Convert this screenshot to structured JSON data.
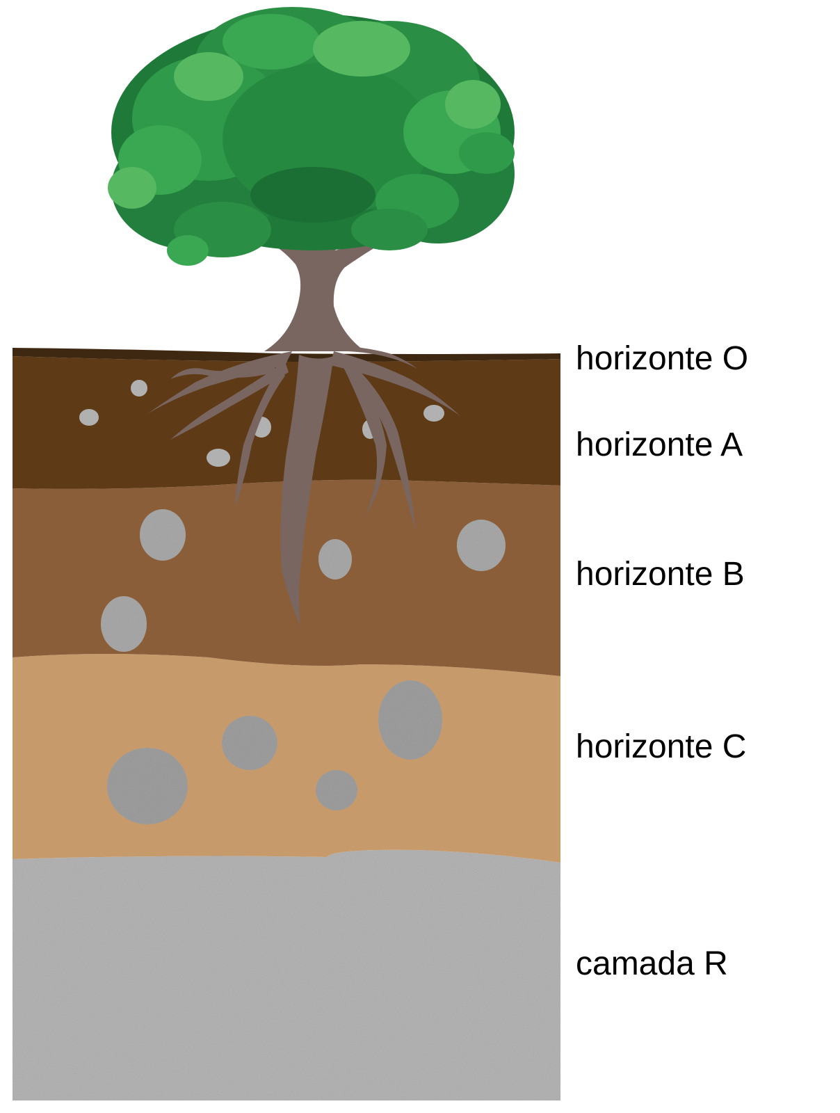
{
  "labels": {
    "horizon_o": "horizonte O",
    "horizon_a": "horizonte A",
    "horizon_b": "horizonte B",
    "horizon_c": "horizonte C",
    "layer_r": "camada R"
  },
  "colors": {
    "horizon_o": "#3f2812",
    "horizon_a": "#5e3a16",
    "horizon_b": "#8a5e38",
    "horizon_c": "#c79a6c",
    "layer_r": "#b6b6b6",
    "tree_trunk": "#7a6661",
    "foliage_dark": "#1f7a3a",
    "foliage_mid": "#2f9a49",
    "foliage_light": "#56b860",
    "stone": "#a9a9a9"
  }
}
